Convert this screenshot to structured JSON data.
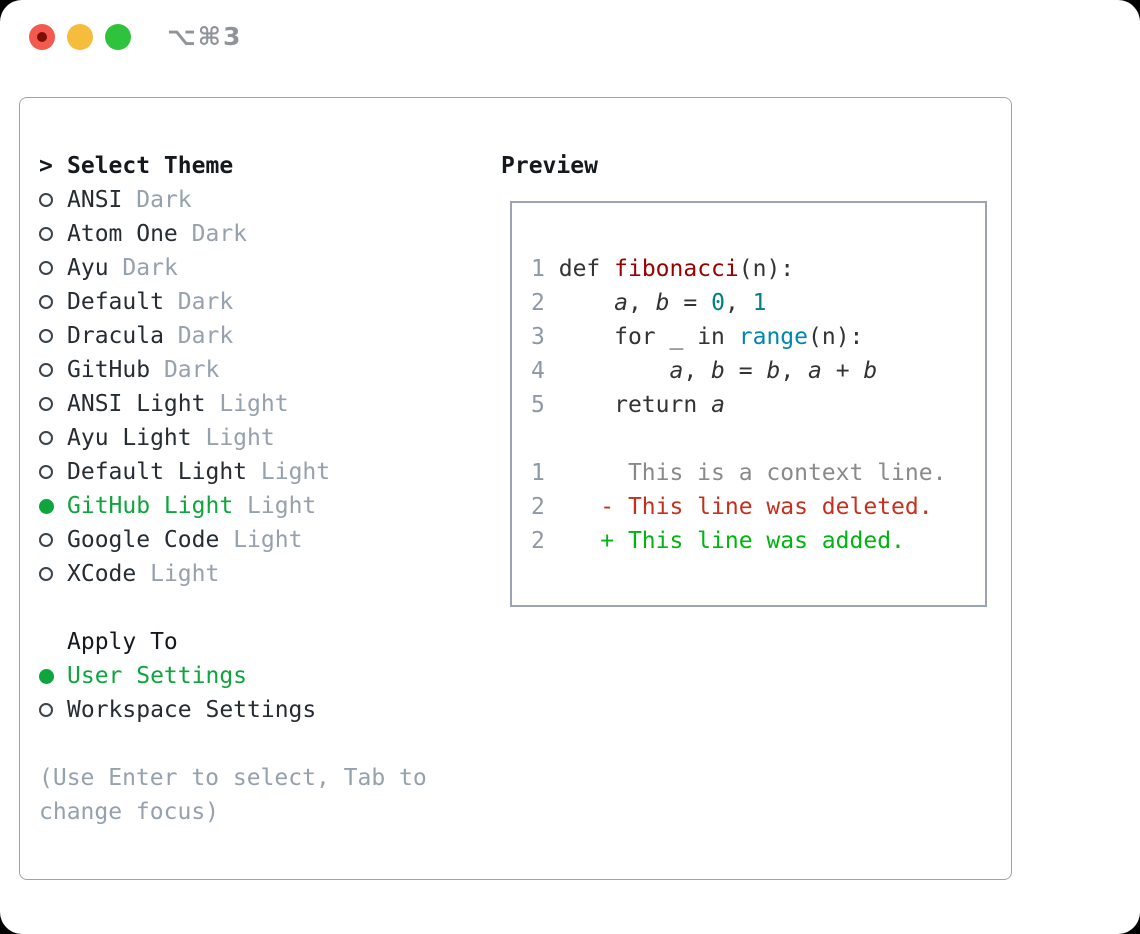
{
  "window": {
    "title": "⌥⌘3",
    "traffic_lights": [
      "close",
      "minimize",
      "zoom"
    ]
  },
  "colors": {
    "traffic_red": "#f25a50",
    "traffic_red_dot": "#7e0d05",
    "traffic_yellow": "#f6bd3c",
    "traffic_green": "#2fc33d",
    "titlebar_text": "#8f949a",
    "panel_border": "#9aa5b2",
    "preview_border": "#9aa5b1",
    "header_black": "#15191d",
    "text_primary": "#262c33",
    "text_muted": "#95a1ad",
    "radio_outline": "#3b434c",
    "selection_green": "#0fa53e",
    "lineno": "#8e99a6",
    "code_text": "#333333",
    "func_title": "#990000",
    "number_teal": "#008080",
    "builtin_blue": "#0086b3",
    "context_gray": "#8a8a8a",
    "deletion_red": "#c5311f",
    "addition_green": "#00b50f"
  },
  "sidebar": {
    "rows": [
      {
        "type": "header",
        "prompt": ">",
        "label": "Select Theme"
      },
      {
        "type": "theme",
        "label": "ANSI",
        "variant": "Dark",
        "selected": false
      },
      {
        "type": "theme",
        "label": "Atom One",
        "variant": "Dark",
        "selected": false
      },
      {
        "type": "theme",
        "label": "Ayu",
        "variant": "Dark",
        "selected": false
      },
      {
        "type": "theme",
        "label": "Default",
        "variant": "Dark",
        "selected": false
      },
      {
        "type": "theme",
        "label": "Dracula",
        "variant": "Dark",
        "selected": false
      },
      {
        "type": "theme",
        "label": "GitHub",
        "variant": "Dark",
        "selected": false
      },
      {
        "type": "theme",
        "label": "ANSI Light",
        "variant": "Light",
        "selected": false
      },
      {
        "type": "theme",
        "label": "Ayu Light",
        "variant": "Light",
        "selected": false
      },
      {
        "type": "theme",
        "label": "Default Light",
        "variant": "Light",
        "selected": false
      },
      {
        "type": "theme",
        "label": "GitHub Light",
        "variant": "Light",
        "selected": true
      },
      {
        "type": "theme",
        "label": "Google Code",
        "variant": "Light",
        "selected": false
      },
      {
        "type": "theme",
        "label": "XCode",
        "variant": "Light",
        "selected": false
      },
      {
        "type": "blank"
      },
      {
        "type": "section",
        "label": "Apply To"
      },
      {
        "type": "apply",
        "label": "User Settings",
        "selected": true
      },
      {
        "type": "apply",
        "label": "Workspace Settings",
        "selected": false
      },
      {
        "type": "blank"
      },
      {
        "type": "help",
        "label": "(Use Enter to select, Tab to"
      },
      {
        "type": "help",
        "label": "change focus)"
      }
    ]
  },
  "preview": {
    "title": "Preview",
    "lines": [
      {
        "segments": [
          {
            "c": "lineno",
            "t": "1"
          },
          {
            "c": "code",
            "t": " "
          },
          {
            "c": "keyword",
            "t": "def"
          },
          {
            "c": "code",
            "t": " "
          },
          {
            "c": "title",
            "t": "fibonacci"
          },
          {
            "c": "code",
            "t": "(n):"
          }
        ]
      },
      {
        "segments": [
          {
            "c": "lineno",
            "t": "2"
          },
          {
            "c": "code",
            "t": "     "
          },
          {
            "c": "variable",
            "t": "a"
          },
          {
            "c": "code",
            "t": ", "
          },
          {
            "c": "variable",
            "t": "b"
          },
          {
            "c": "code",
            "t": " = "
          },
          {
            "c": "number",
            "t": "0"
          },
          {
            "c": "code",
            "t": ", "
          },
          {
            "c": "number",
            "t": "1"
          }
        ]
      },
      {
        "segments": [
          {
            "c": "lineno",
            "t": "3"
          },
          {
            "c": "code",
            "t": "     "
          },
          {
            "c": "keyword",
            "t": "for"
          },
          {
            "c": "code",
            "t": " _ "
          },
          {
            "c": "keyword",
            "t": "in"
          },
          {
            "c": "code",
            "t": " "
          },
          {
            "c": "builtin",
            "t": "range"
          },
          {
            "c": "code",
            "t": "(n):"
          }
        ]
      },
      {
        "segments": [
          {
            "c": "lineno",
            "t": "4"
          },
          {
            "c": "code",
            "t": "         "
          },
          {
            "c": "variable",
            "t": "a"
          },
          {
            "c": "code",
            "t": ", "
          },
          {
            "c": "variable",
            "t": "b"
          },
          {
            "c": "code",
            "t": " = "
          },
          {
            "c": "variable",
            "t": "b"
          },
          {
            "c": "code",
            "t": ", "
          },
          {
            "c": "variable",
            "t": "a"
          },
          {
            "c": "code",
            "t": " + "
          },
          {
            "c": "variable",
            "t": "b"
          }
        ]
      },
      {
        "segments": [
          {
            "c": "lineno",
            "t": "5"
          },
          {
            "c": "code",
            "t": "     "
          },
          {
            "c": "keyword",
            "t": "return"
          },
          {
            "c": "code",
            "t": " "
          },
          {
            "c": "variable",
            "t": "a"
          }
        ]
      },
      {
        "segments": []
      },
      {
        "segments": [
          {
            "c": "lineno",
            "t": "1"
          },
          {
            "c": "context",
            "t": "      This is a context line."
          }
        ]
      },
      {
        "segments": [
          {
            "c": "lineno",
            "t": "2"
          },
          {
            "c": "code",
            "t": "    "
          },
          {
            "c": "deletion",
            "t": "- This line was deleted."
          }
        ]
      },
      {
        "segments": [
          {
            "c": "lineno",
            "t": "2"
          },
          {
            "c": "code",
            "t": "    "
          },
          {
            "c": "addition",
            "t": "+ This line was added."
          }
        ]
      }
    ]
  }
}
